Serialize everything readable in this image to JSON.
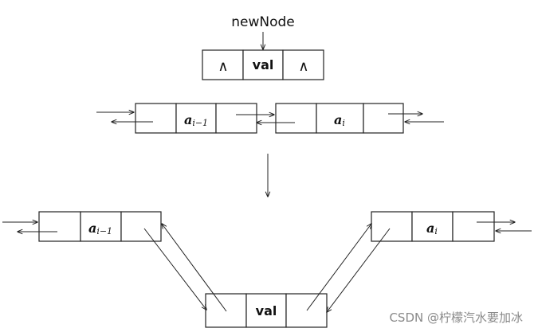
{
  "new_node": {
    "caption": "newNode",
    "prev_symbol": "∧",
    "value_label": "val",
    "next_symbol": "∧"
  },
  "before": {
    "prev_node": {
      "var": "a",
      "sub": "i−1"
    },
    "cur_node": {
      "var": "a",
      "sub": "i"
    }
  },
  "after": {
    "prev_node": {
      "var": "a",
      "sub": "i−1"
    },
    "inserted_node": {
      "value_label": "val"
    },
    "cur_node": {
      "var": "a",
      "sub": "i"
    }
  },
  "watermark": "CSDN @柠檬汽水要加冰"
}
